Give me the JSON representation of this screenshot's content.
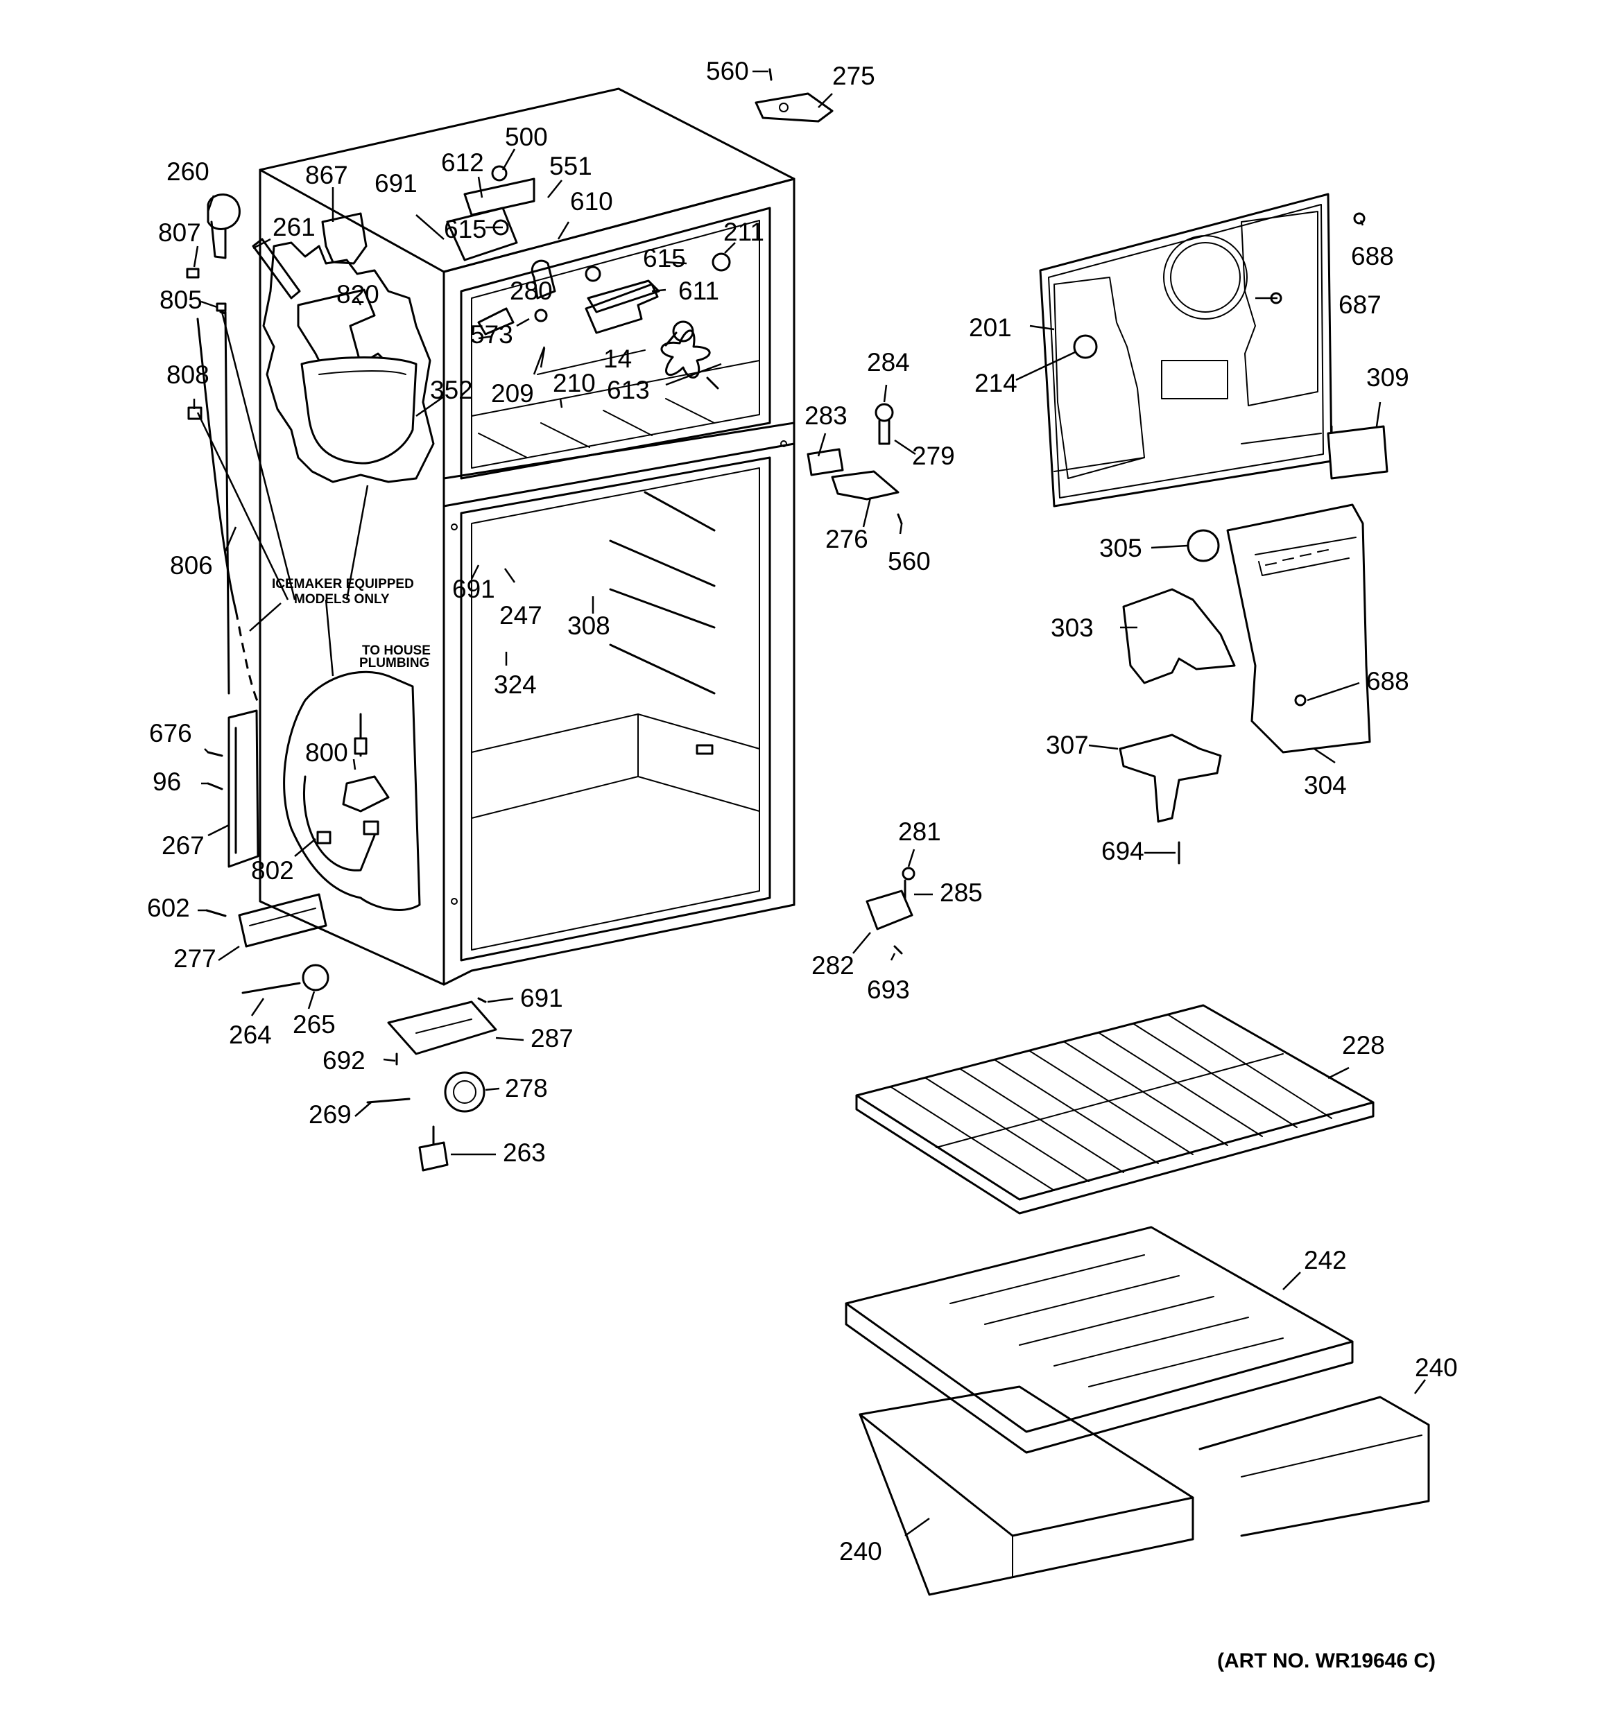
{
  "notes": {
    "icemaker_line1": "ICEMAKER EQUIPPED",
    "icemaker_line2": "MODELS ONLY",
    "plumbing_line1": "TO HOUSE",
    "plumbing_line2": "PLUMBING",
    "art_number": "(ART NO. WR19646 C)"
  },
  "parts": [
    {
      "id": "p560a",
      "label": "560"
    },
    {
      "id": "p275",
      "label": "275"
    },
    {
      "id": "p500",
      "label": "500"
    },
    {
      "id": "p612",
      "label": "612"
    },
    {
      "id": "p551",
      "label": "551"
    },
    {
      "id": "p260",
      "label": "260"
    },
    {
      "id": "p867",
      "label": "867"
    },
    {
      "id": "p691a",
      "label": "691"
    },
    {
      "id": "p610",
      "label": "610"
    },
    {
      "id": "p807",
      "label": "807"
    },
    {
      "id": "p261",
      "label": "261"
    },
    {
      "id": "p615a",
      "label": "615"
    },
    {
      "id": "p211",
      "label": "211"
    },
    {
      "id": "p688a",
      "label": "688"
    },
    {
      "id": "p615b",
      "label": "615"
    },
    {
      "id": "p820",
      "label": "820"
    },
    {
      "id": "p280",
      "label": "280"
    },
    {
      "id": "p611",
      "label": "611"
    },
    {
      "id": "p687",
      "label": "687"
    },
    {
      "id": "p805",
      "label": "805"
    },
    {
      "id": "p201",
      "label": "201"
    },
    {
      "id": "p573",
      "label": "573"
    },
    {
      "id": "p14",
      "label": "14"
    },
    {
      "id": "p284",
      "label": "284"
    },
    {
      "id": "p808",
      "label": "808"
    },
    {
      "id": "p209",
      "label": "209"
    },
    {
      "id": "p210",
      "label": "210"
    },
    {
      "id": "p613",
      "label": "613"
    },
    {
      "id": "p214",
      "label": "214"
    },
    {
      "id": "p309",
      "label": "309"
    },
    {
      "id": "p352",
      "label": "352"
    },
    {
      "id": "p283",
      "label": "283"
    },
    {
      "id": "p279",
      "label": "279"
    },
    {
      "id": "p276",
      "label": "276"
    },
    {
      "id": "p305",
      "label": "305"
    },
    {
      "id": "p806",
      "label": "806"
    },
    {
      "id": "p560b",
      "label": "560"
    },
    {
      "id": "p691b",
      "label": "691"
    },
    {
      "id": "p247",
      "label": "247"
    },
    {
      "id": "p308",
      "label": "308"
    },
    {
      "id": "p303",
      "label": "303"
    },
    {
      "id": "p324",
      "label": "324"
    },
    {
      "id": "p688b",
      "label": "688"
    },
    {
      "id": "p676",
      "label": "676"
    },
    {
      "id": "p800",
      "label": "800"
    },
    {
      "id": "p307",
      "label": "307"
    },
    {
      "id": "p96",
      "label": "96"
    },
    {
      "id": "p304",
      "label": "304"
    },
    {
      "id": "p267",
      "label": "267"
    },
    {
      "id": "p802",
      "label": "802"
    },
    {
      "id": "p281",
      "label": "281"
    },
    {
      "id": "p694",
      "label": "694"
    },
    {
      "id": "p285",
      "label": "285"
    },
    {
      "id": "p602",
      "label": "602"
    },
    {
      "id": "p282",
      "label": "282"
    },
    {
      "id": "p277",
      "label": "277"
    },
    {
      "id": "p693",
      "label": "693"
    },
    {
      "id": "p691c",
      "label": "691"
    },
    {
      "id": "p264",
      "label": "264"
    },
    {
      "id": "p265",
      "label": "265"
    },
    {
      "id": "p287",
      "label": "287"
    },
    {
      "id": "p228",
      "label": "228"
    },
    {
      "id": "p692",
      "label": "692"
    },
    {
      "id": "p278",
      "label": "278"
    },
    {
      "id": "p269",
      "label": "269"
    },
    {
      "id": "p263",
      "label": "263"
    },
    {
      "id": "p242",
      "label": "242"
    },
    {
      "id": "p240a",
      "label": "240"
    },
    {
      "id": "p240b",
      "label": "240"
    }
  ]
}
